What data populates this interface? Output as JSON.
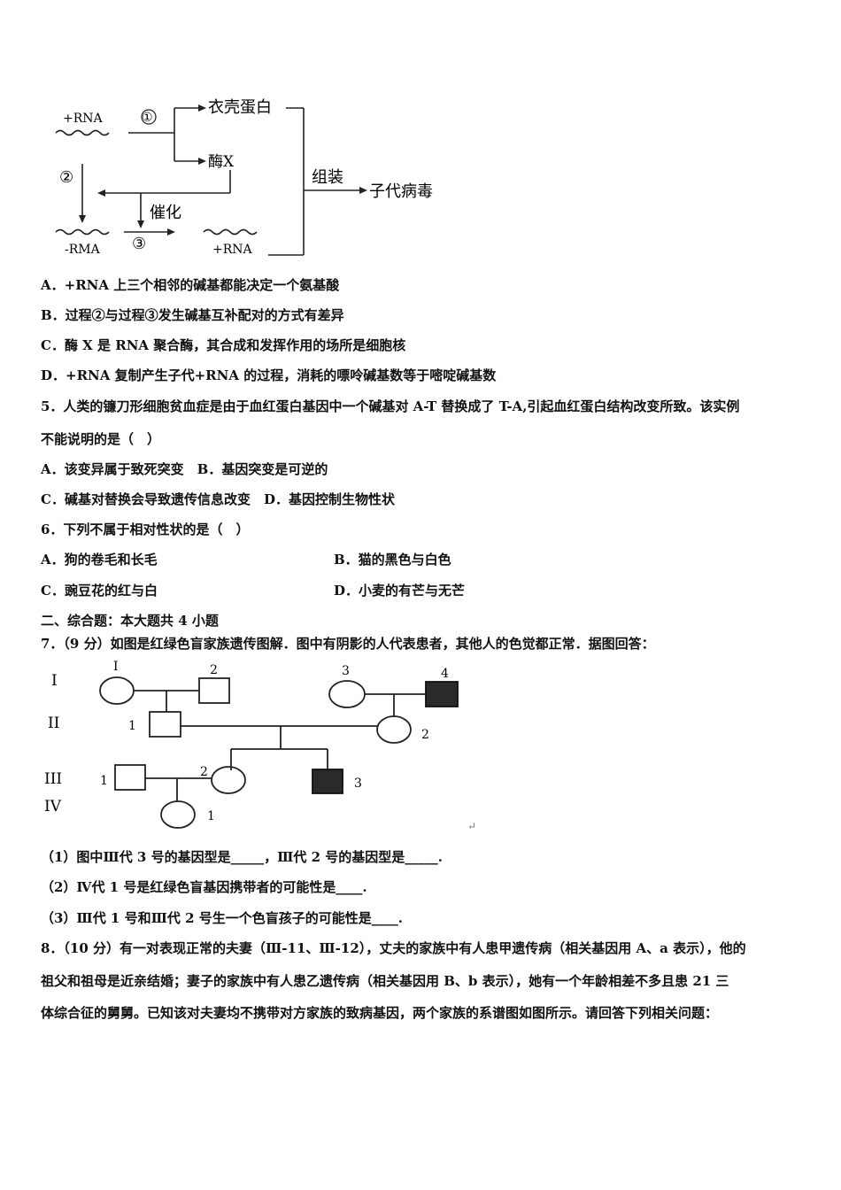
{
  "figure1": {
    "pos_rna": "+RNA",
    "step1": "①",
    "capsid": "衣壳蛋白",
    "enzyme": "酶X",
    "step2": "②",
    "catalyze": "催化",
    "assemble": "组装",
    "offspring": "子代病毒",
    "neg_rna": "-RMA",
    "step3": "③",
    "pos_rna2": "+RNA"
  },
  "q4_options": {
    "A": "A．+RNA 上三个相邻的碱基都能决定一个氨基酸",
    "B": "B．过程②与过程③发生碱基互补配对的方式有差异",
    "C": "C．酶 X 是 RNA 聚合酶，其合成和发挥作用的场所是细胞核",
    "D": "D．+RNA 复制产生子代+RNA 的过程，消耗的嘌呤碱基数等于嘧啶碱基数"
  },
  "q5": {
    "stem_line1": "5．人类的镰刀形细胞贫血症是由于血红蛋白基因中一个碱基对 A-T 替换成了 T-A,引起血红蛋白结构改变所致。该实例",
    "stem_line2": "不能说明的是（　）",
    "options_line1": "A．该变异属于致死突变　B．基因突变是可逆的",
    "options_line2": "C．碱基对替换会导致遗传信息改变　D．基因控制生物性状"
  },
  "q6": {
    "stem": "6．下列不属于相对性状的是（　）",
    "A": "A．狗的卷毛和长毛",
    "B": "B．猫的黑色与白色",
    "C": "C．豌豆花的红与白",
    "D": "D．小麦的有芒与无芒"
  },
  "section2": "二、综合题：本大题共 4 小题",
  "q7": {
    "stem": "7．（9 分）如图是红绿色盲家族遗传图解．图中有阴影的人代表患者，其他人的色觉都正常．据图回答：",
    "sub1": "（1）图中Ⅲ代 3 号的基因型是_____，Ⅲ代 2 号的基因型是_____.",
    "sub2": "（2）Ⅳ代 1 号是红绿色盲基因携带者的可能性是____.",
    "sub3": "（3）Ⅲ代 1 号和Ⅲ代 2 号生一个色盲孩子的可能性是____."
  },
  "pedigree": {
    "gen1": "I",
    "gen2": "II",
    "gen3": "III",
    "gen4": "IV",
    "i1": "I",
    "i2": "2",
    "i3": "3",
    "i4": "4",
    "ii1": "1",
    "ii2": "2",
    "iii1": "1",
    "iii2": "2",
    "iii3": "3",
    "iv1": "1",
    "mark": "↵"
  },
  "q8": {
    "line1": "8．（10 分）有一对表现正常的夫妻（Ⅲ-11、Ⅲ-12），丈夫的家族中有人患甲遗传病（相关基因用 A、a 表示），他的",
    "line2": "祖父和祖母是近亲结婚；妻子的家族中有人患乙遗传病（相关基因用 B、b 表示），她有一个年龄相差不多且患 21 三",
    "line3": "体综合征的舅舅。已知该对夫妻均不携带对方家族的致病基因，两个家族的系谱图如图所示。请回答下列相关问题："
  }
}
